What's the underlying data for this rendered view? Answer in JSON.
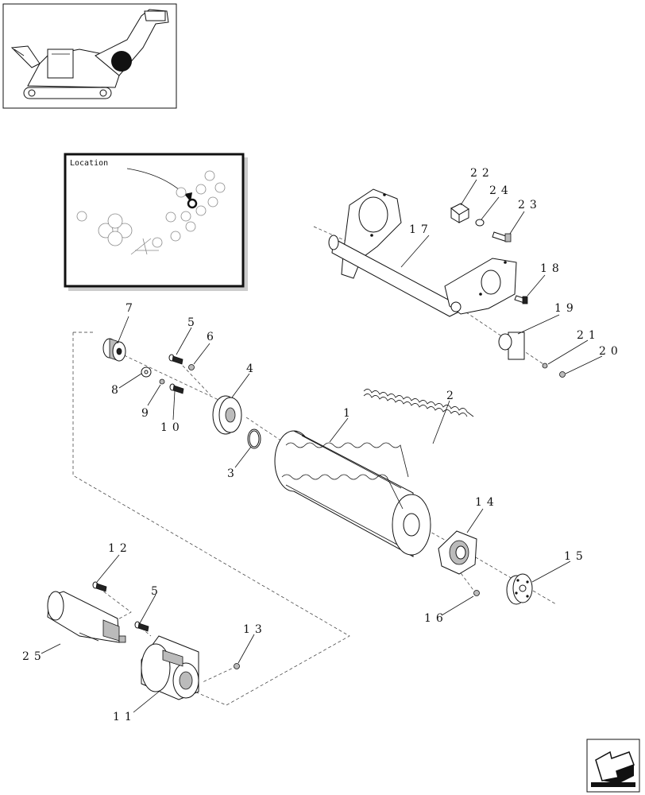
{
  "location_label": "Location",
  "callouts": {
    "c1": "1",
    "c2": "2",
    "c3": "3",
    "c4": "4",
    "c5a": "5",
    "c5b": "5",
    "c6": "6",
    "c7": "7",
    "c8": "8",
    "c9": "9",
    "c10": "10",
    "c11": "11",
    "c12": "12",
    "c13": "13",
    "c14": "14",
    "c15": "15",
    "c16": "16",
    "c17": "17",
    "c18": "18",
    "c19": "19",
    "c20": "20",
    "c21": "21",
    "c22": "22",
    "c23": "23",
    "c24": "24",
    "c25": "25"
  },
  "icons": {
    "thumbnail": "harvester-thumbnail-icon",
    "nav": "navigation-arrow-icon"
  }
}
